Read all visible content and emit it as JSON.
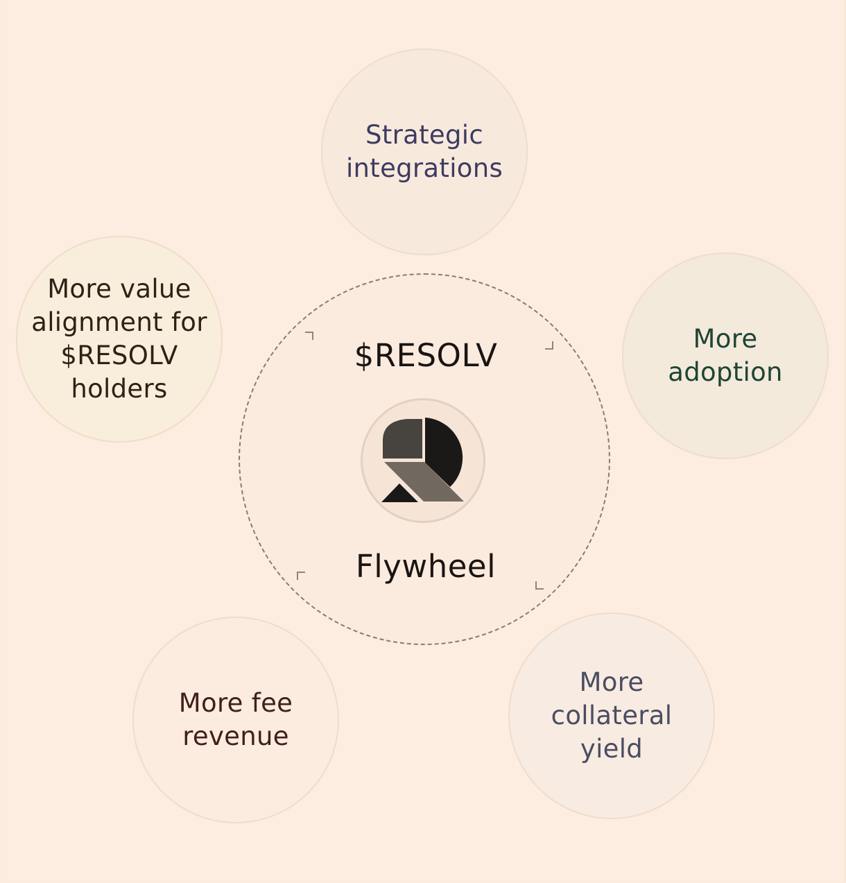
{
  "center": {
    "title_top": "$RESOLV",
    "title_bottom": "Flywheel",
    "logo_icon": "resolv-logo-icon"
  },
  "nodes": {
    "top": [
      "Strategic",
      "integrations"
    ],
    "right": [
      "More",
      "adoption"
    ],
    "bottom_right": [
      "More",
      "collateral",
      "yield"
    ],
    "bottom_left": [
      "More fee",
      "revenue"
    ],
    "left": [
      "More value",
      "alignment for",
      "$RESOLV",
      "holders"
    ]
  },
  "colors": {
    "background": "#fdece0",
    "top_text": "#3e3b60",
    "right_text": "#1f4434",
    "bottom_right_text": "#4a4d62",
    "bottom_left_text": "#3f1f1d",
    "left_text": "#2b2316",
    "center_text": "#1a1412"
  }
}
